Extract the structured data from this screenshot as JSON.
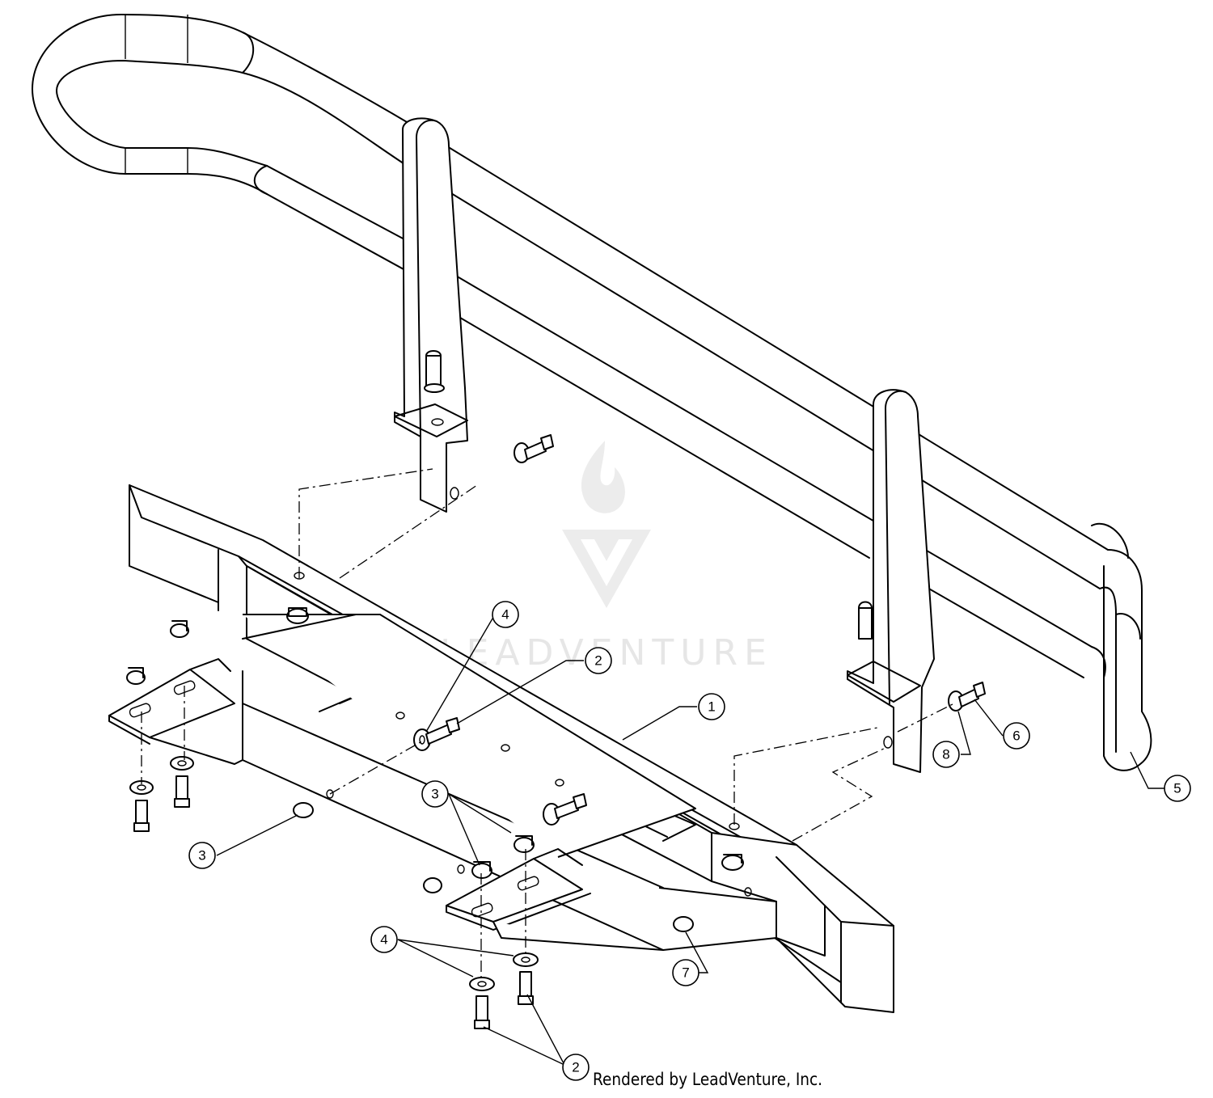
{
  "watermark": {
    "text": "LEADVENTURE"
  },
  "credit": "Rendered by LeadVenture, Inc.",
  "callouts": [
    {
      "id": "c1",
      "label": "1"
    },
    {
      "id": "c2a",
      "label": "2"
    },
    {
      "id": "c2b",
      "label": "2"
    },
    {
      "id": "c3a",
      "label": "3"
    },
    {
      "id": "c3b",
      "label": "3"
    },
    {
      "id": "c4a",
      "label": "4"
    },
    {
      "id": "c4b",
      "label": "4"
    },
    {
      "id": "c5",
      "label": "5"
    },
    {
      "id": "c6",
      "label": "6"
    },
    {
      "id": "c7",
      "label": "7"
    },
    {
      "id": "c8",
      "label": "8"
    }
  ]
}
